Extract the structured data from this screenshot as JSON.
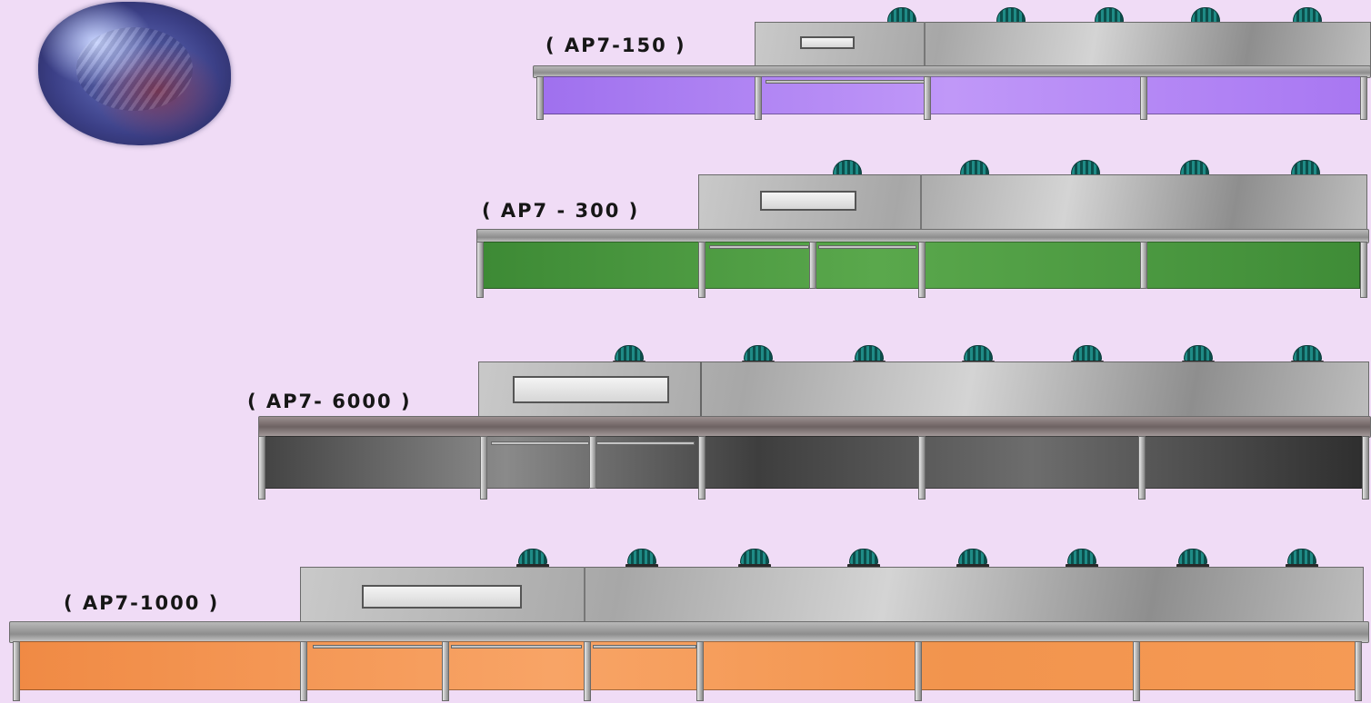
{
  "models": [
    {
      "label": "( AP7-150 )"
    },
    {
      "label": "( AP7 - 300 )"
    },
    {
      "label": "( AP7- 6000 )"
    },
    {
      "label": "( AP7-1000 )"
    }
  ],
  "colors": {
    "background": "#f0dcf6",
    "ap7_150_panel": "#b07cf0",
    "ap7_300_panel": "#4f9a44",
    "ap7_6000_panel": "#6f6f6f",
    "ap7_1000_panel": "#f59a55"
  },
  "icons": {
    "logo": "crumpled-foil-ball-logo",
    "fan": "fan-icon"
  }
}
